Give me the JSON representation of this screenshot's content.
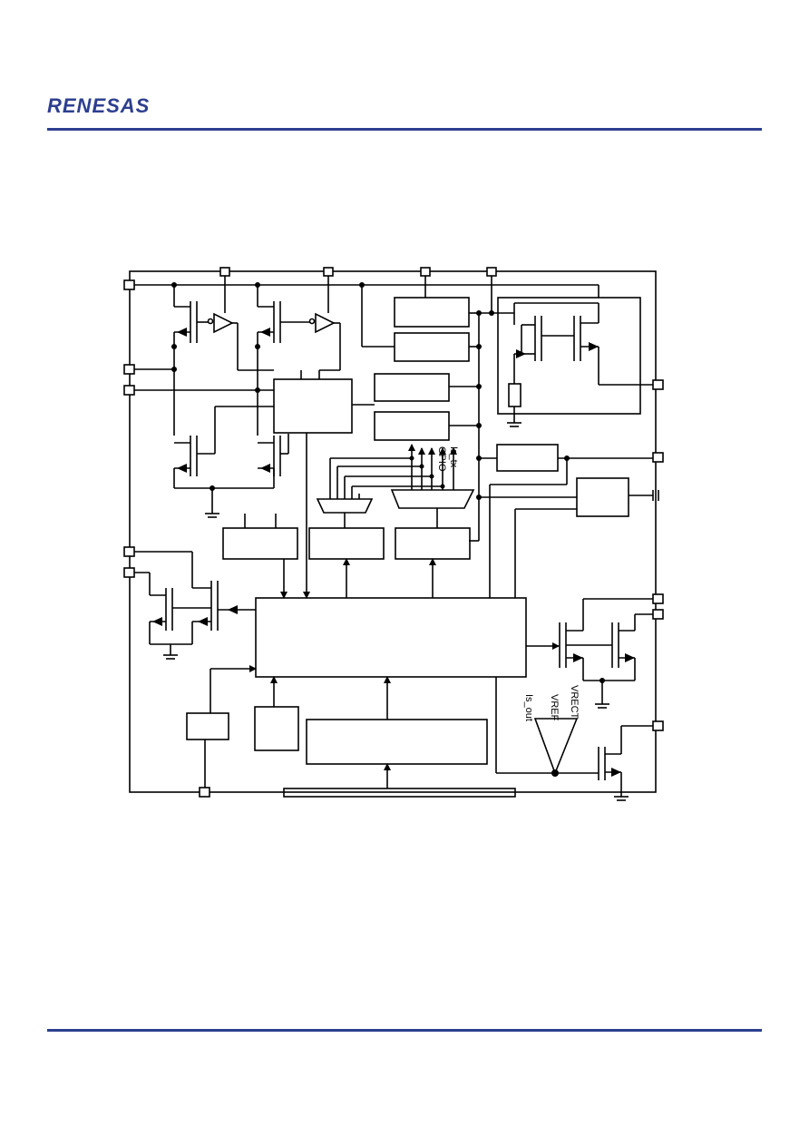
{
  "header": {
    "logo_text": "RENESAS",
    "brand_color": "#2d3f8f"
  },
  "diagram": {
    "signal_labels": {
      "gpio": "GPIO",
      "is_tx": "Is_tx",
      "is_out": "Is_out",
      "vref": "VREF",
      "vrect": "VRECT"
    }
  }
}
